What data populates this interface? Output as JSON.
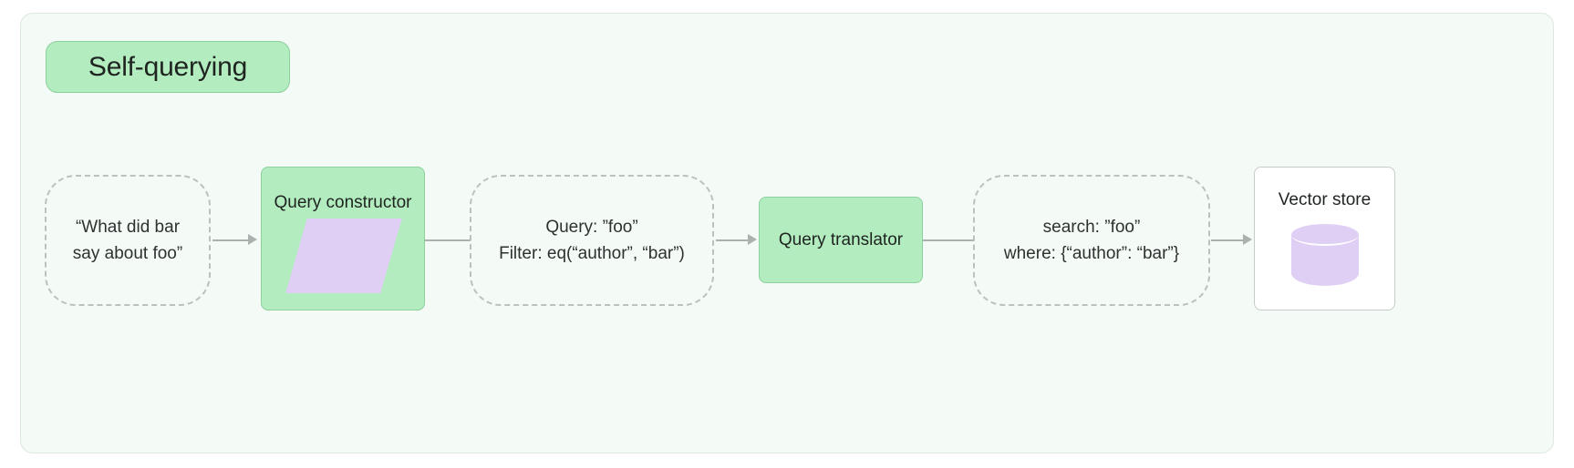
{
  "diagram": {
    "title": "Self-querying",
    "panel_background": "#f4faf6",
    "accent_green": "#b2ecbf",
    "accent_purple": "#e0cff5",
    "connector_color": "#a9b2ae"
  },
  "nodes": [
    {
      "id": "user-question",
      "kind": "dashed-data",
      "line1": "“What did bar",
      "line2": "say about foo”"
    },
    {
      "id": "query-constructor",
      "kind": "green-process",
      "label": "Query constructor",
      "icon": "parallelogram-shape"
    },
    {
      "id": "structured-query",
      "kind": "dashed-data",
      "line1": "Query: ”foo”",
      "line2": "Filter: eq(“author”, “bar”)"
    },
    {
      "id": "query-translator",
      "kind": "green-process",
      "label": "Query translator"
    },
    {
      "id": "translated-query",
      "kind": "dashed-data",
      "line1": "search: ”foo”",
      "line2": "where: {“author”: “bar”}"
    },
    {
      "id": "vector-store",
      "kind": "store",
      "label": "Vector store",
      "icon": "database-cylinder"
    }
  ]
}
